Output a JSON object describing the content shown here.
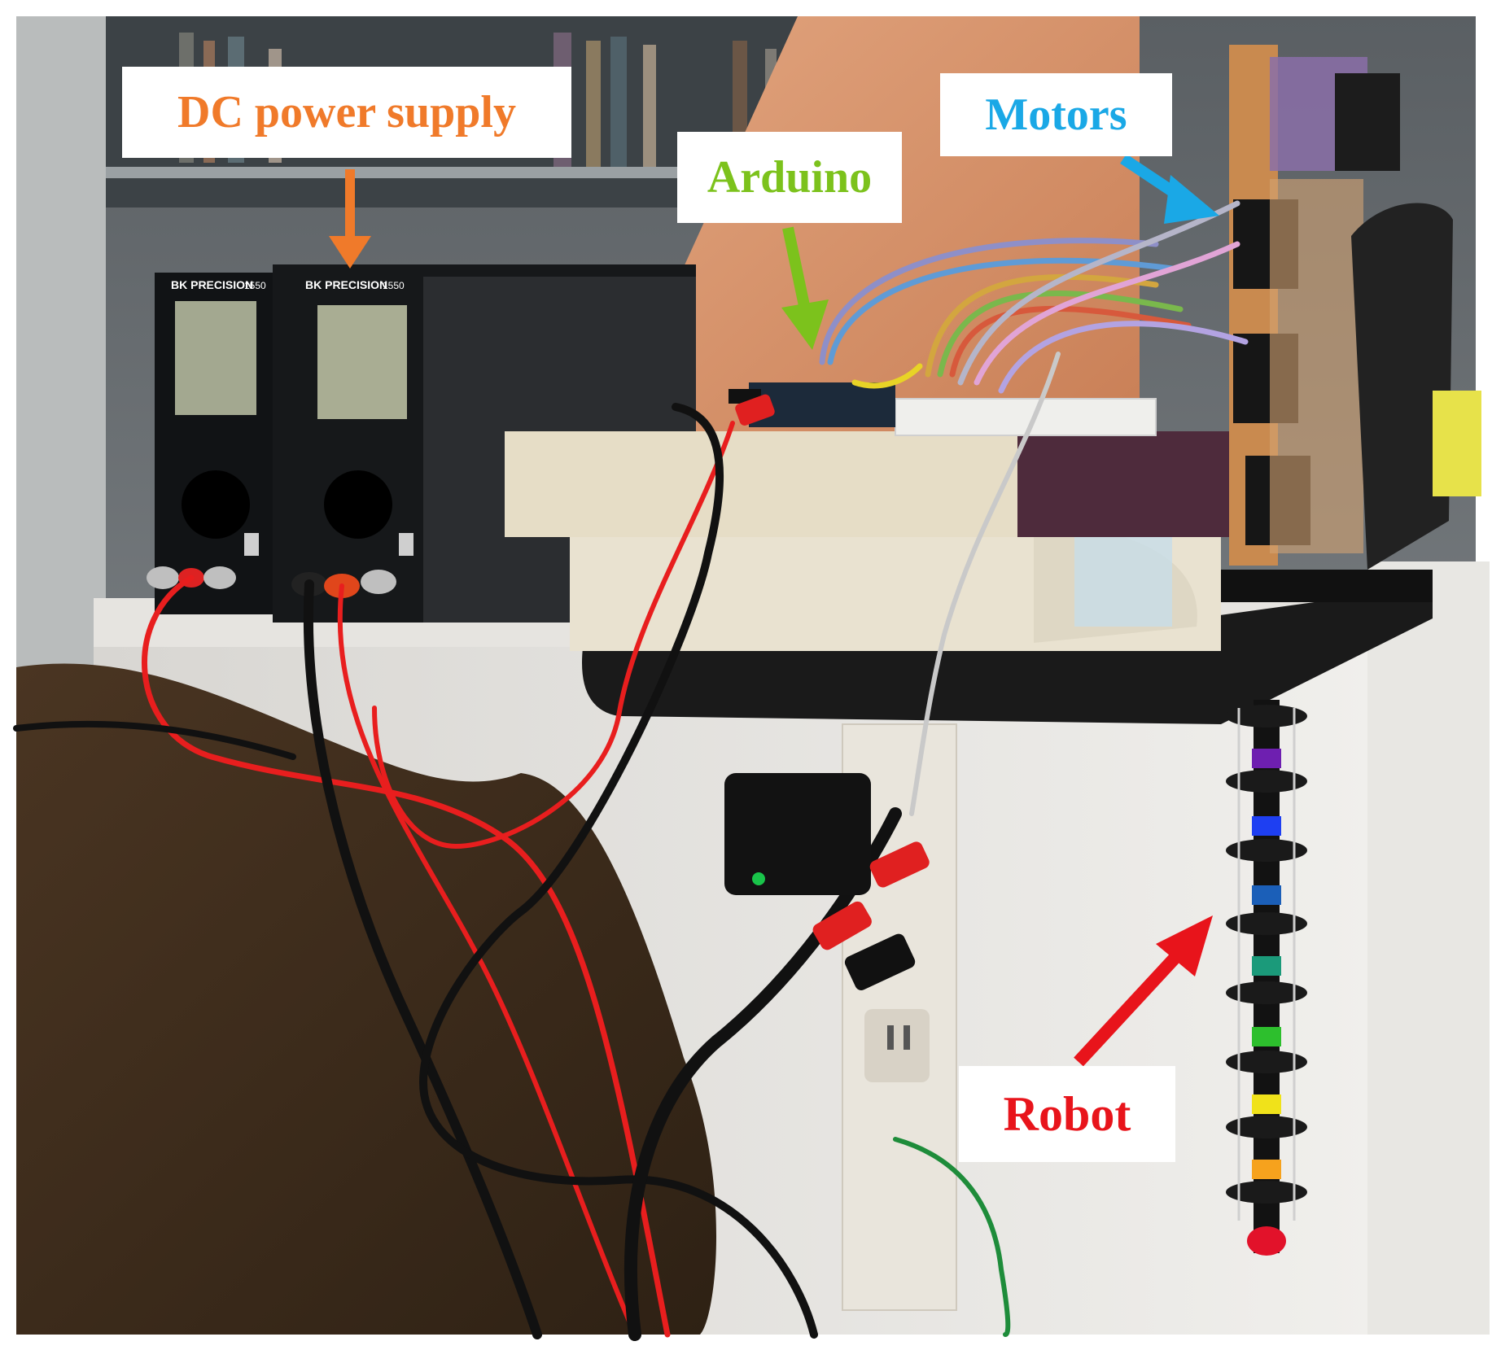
{
  "labels": {
    "dc_power_supply": "DC power supply",
    "arduino": "Arduino",
    "motors": "Motors",
    "robot": "Robot"
  },
  "colors": {
    "dc_power_supply": "#f07a2a",
    "arduino": "#7cc21c",
    "motors": "#1aa8e6",
    "robot": "#e8141b",
    "arrow_dc": "#f07a2a",
    "arrow_arduino": "#7cc21c",
    "arrow_motors": "#1aa8e6",
    "arrow_robot": "#e8141b"
  },
  "device_text": {
    "brand_left": "BK PRECISION",
    "model_left": "1550",
    "brand_right": "BK PRECISION",
    "model_right": "1550"
  }
}
